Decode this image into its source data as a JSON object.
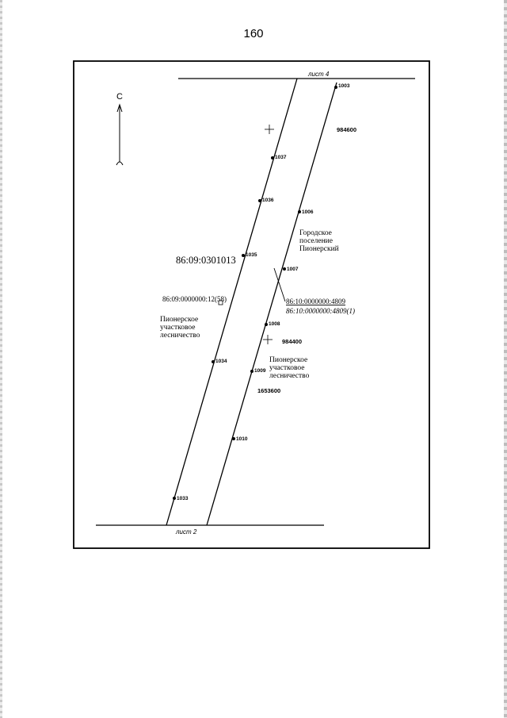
{
  "page_number": "160",
  "sheet_labels": {
    "top": "лист 4",
    "bottom": "лист 2"
  },
  "north_label": "С",
  "parcel_number": "86:09:0301013",
  "parcel_ref_left": "86:09:0000000:12(58)",
  "parcel_ref_right": "86:10:0000000:4809",
  "parcel_ref_right_sub": "86:10:0000000:4809(1)",
  "area_labels": {
    "gorodskoe": [
      "Городское",
      "поселение",
      "Пионерский"
    ],
    "lesnichestvo_left": [
      "Пионерское",
      "участковое",
      "лесничество"
    ],
    "lesnichestvo_right": [
      "Пионерское",
      "участковое",
      "лесничество"
    ]
  },
  "grid_labels": {
    "g1": "984600",
    "g2": "984400",
    "g3": "1653600"
  },
  "points": [
    "1003",
    "1037",
    "1036",
    "1035",
    "1034",
    "1033",
    "1006",
    "1007",
    "1008",
    "1009",
    "1010"
  ]
}
